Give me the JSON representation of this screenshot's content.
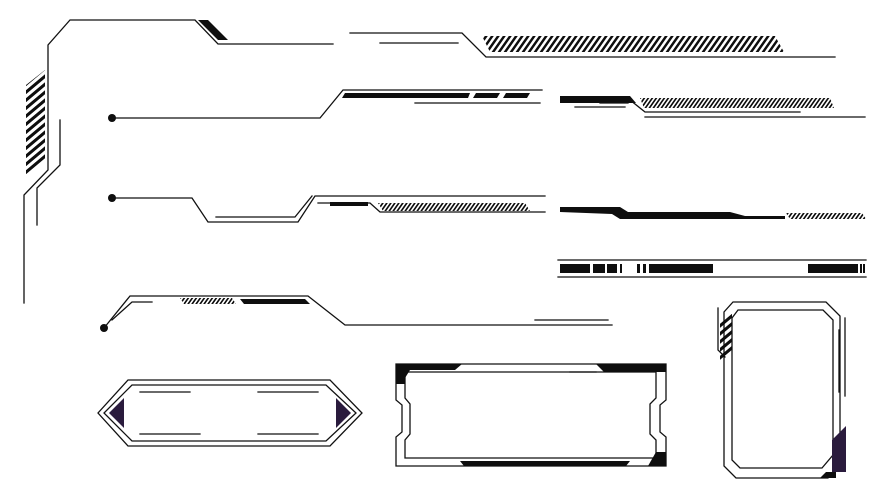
{
  "colors": {
    "stroke": "#111111",
    "fill": "#0e0e0e",
    "accent": "#2a1b3d",
    "background": "#ffffff"
  },
  "elements": [
    "corner-bracket-top-left",
    "connector-line-with-dot-1",
    "connector-line-with-dot-2",
    "connector-line-with-dot-3",
    "hatched-header-bar",
    "hatched-divider-right-1",
    "tapered-divider-right-2",
    "segmented-barcode-bar",
    "hexagon-frame",
    "notched-rectangle-frame",
    "octagon-card-frame"
  ]
}
